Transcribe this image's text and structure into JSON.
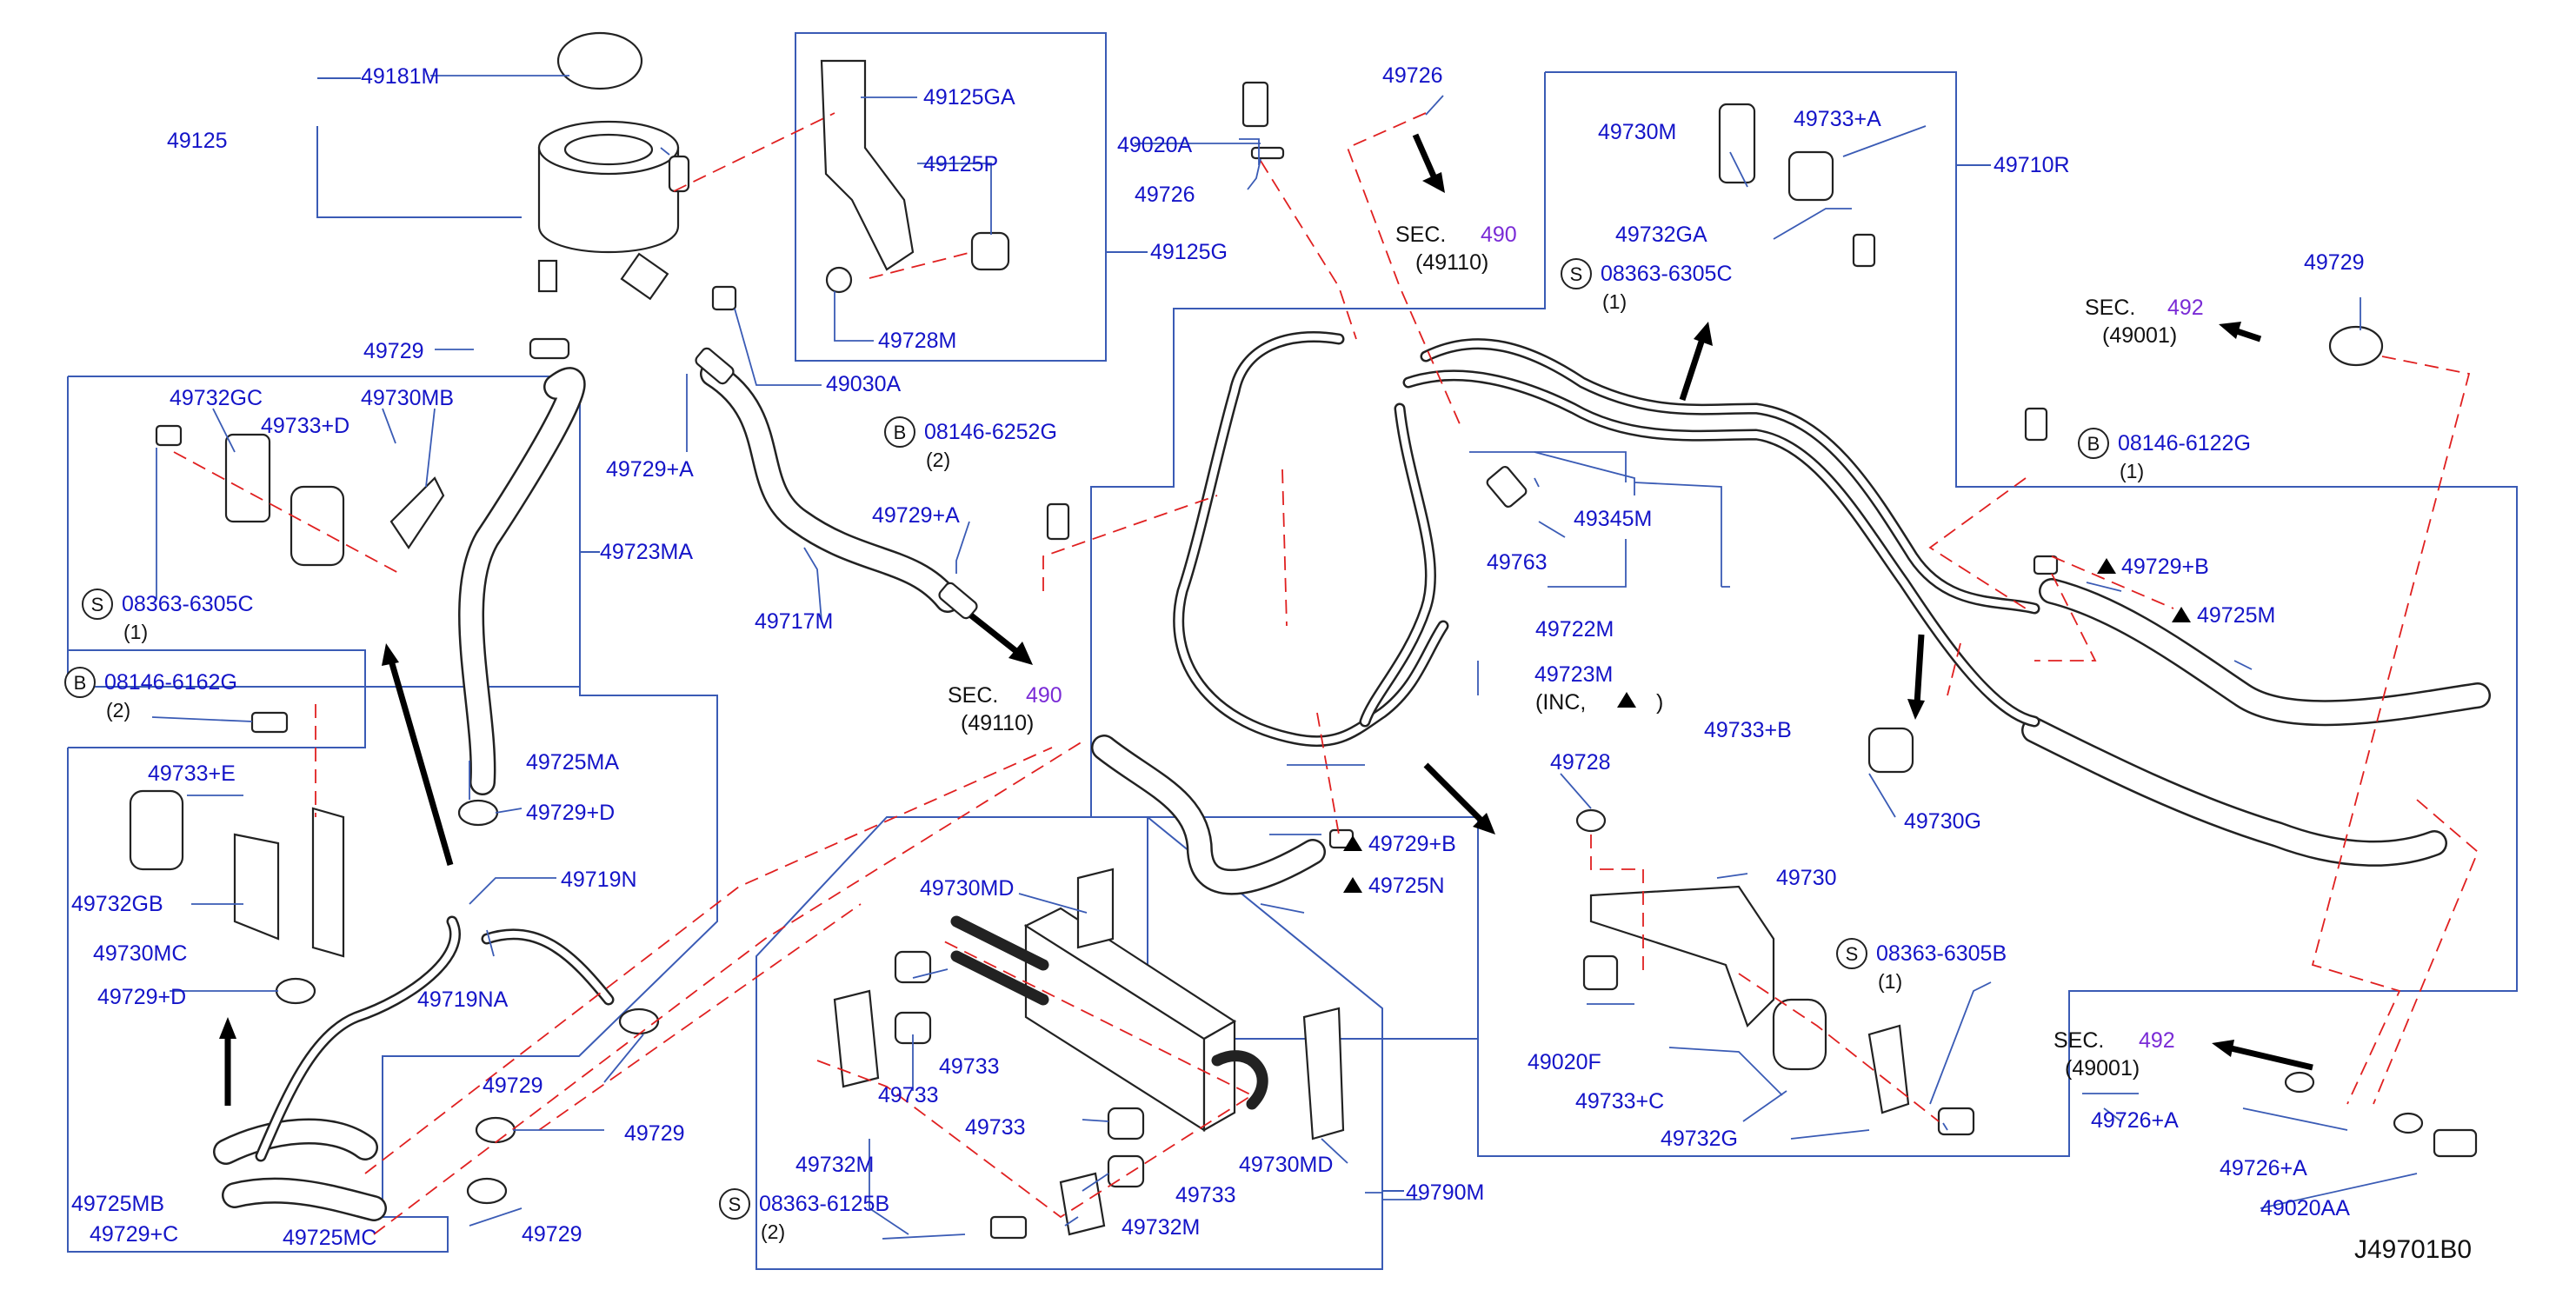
{
  "diagram_id": "J49701B0",
  "callouts": {
    "c49125": "49125",
    "c49181M": "49181M",
    "c49125GA": "49125GA",
    "c49125P": "49125P",
    "c49125G": "49125G",
    "c49728M": "49728M",
    "c49030A": "49030A",
    "c49729a": "49729",
    "c49729pA1": "49729+A",
    "c49729pA2": "49729+A",
    "c49717M": "49717M",
    "c49020A": "49020A",
    "c49726a": "49726",
    "c49726b": "49726",
    "c49732GC": "49732GC",
    "c49730MB": "49730MB",
    "c49733pD1": "49733+D",
    "c49723MA": "49723MA",
    "c49725MA": "49725MA",
    "c49729pD1": "49729+D",
    "c49733pE": "49733+E",
    "c49732GB": "49732GB",
    "c49730MC": "49730MC",
    "c49729pD2": "49729+D",
    "c49719N": "49719N",
    "c49719NA": "49719NA",
    "c49729b": "49729",
    "c49729c": "49729",
    "c49729d": "49729",
    "c49725MB": "49725MB",
    "c49729pC": "49729+C",
    "c49725MC": "49725MC",
    "c49730MD1": "49730MD",
    "c49730MD2": "49730MD",
    "c49733a": "49733",
    "c49733b": "49733",
    "c49733c": "49733",
    "c49733d": "49733",
    "c49732M1": "49732M",
    "c49732M2": "49732M",
    "c49790M": "49790M",
    "c49730M": "49730M",
    "c49733pA": "49733+A",
    "c49710R": "49710R",
    "c49732GA": "49732GA",
    "c49729e": "49729",
    "c49345M": "49345M",
    "c49763": "49763",
    "c49722M": "49722M",
    "c49723M": "49723M",
    "inc": "(INC,",
    "inc_close": ")",
    "c49729pB1": "49729+B",
    "c49725M": "49725M",
    "c49733pB": "49733+B",
    "c49730G": "49730G",
    "c49728": "49728",
    "c49730": "49730",
    "c49020F": "49020F",
    "c49733pC": "49733+C",
    "c49732G": "49732G",
    "c49729pB2": "49729+B",
    "c49725N": "49725N",
    "c49726pA1": "49726+A",
    "c49726pA2": "49726+A",
    "c49020AA": "49020AA"
  },
  "circled": {
    "s1": {
      "letter": "S",
      "part": "08363-6305C",
      "qty": "(1)"
    },
    "s2": {
      "letter": "S",
      "part": "08363-6305C",
      "qty": "(1)"
    },
    "s3": {
      "letter": "S",
      "part": "08363-6305B",
      "qty": "(1)"
    },
    "s4": {
      "letter": "S",
      "part": "08363-6125B",
      "qty": "(2)"
    },
    "b1": {
      "letter": "B",
      "part": "08146-6162G",
      "qty": "(2)"
    },
    "b2": {
      "letter": "B",
      "part": "08146-6252G",
      "qty": "(2)"
    },
    "b3": {
      "letter": "B",
      "part": "08146-6122G",
      "qty": "(1)"
    }
  },
  "sections": {
    "sec1": {
      "word": "SEC.",
      "num": "490",
      "ref": "(49110)"
    },
    "sec2": {
      "word": "SEC.",
      "num": "490",
      "ref": "(49110)"
    },
    "sec3": {
      "word": "SEC.",
      "num": "492",
      "ref": "(49001)"
    },
    "sec4": {
      "word": "SEC.",
      "num": "492",
      "ref": "(49001)"
    }
  },
  "colors": {
    "label": "#1414c8",
    "section_number": "#7a2bd6",
    "leader": "#3a5bb5",
    "mating_line": "#e02020"
  }
}
